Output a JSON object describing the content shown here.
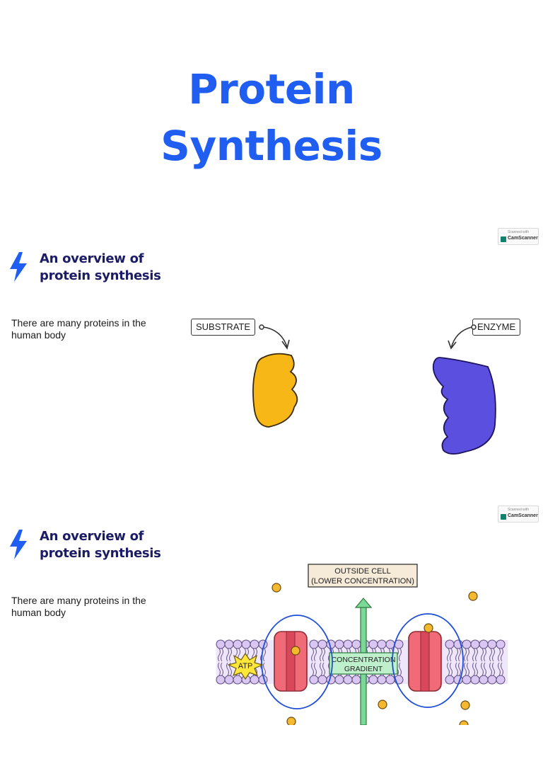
{
  "title": {
    "line1": "Protein",
    "line2": "Synthesis"
  },
  "sections": [
    {
      "heading_line1": "An overview of",
      "heading_line2": "protein synthesis",
      "body": "There are many proteins in the human body",
      "scan_top": "Scanned with",
      "scan_name": "CamScanner",
      "diagram": {
        "substrate_label": "SUBSTRATE",
        "enzyme_label": "ENZYME"
      }
    },
    {
      "heading_line1": "An overview of",
      "heading_line2": "protein synthesis",
      "body": "There are many proteins in the human body",
      "scan_top": "Scanned with",
      "scan_name": "CamScanner",
      "diagram": {
        "outside_label_1": "OUTSIDE CELL",
        "outside_label_2": "(LOWER CONCENTRATION)",
        "gradient_label_1": "CONCENTRATION",
        "gradient_label_2": "GRADIENT",
        "atp_label": "ATP"
      }
    }
  ],
  "colors": {
    "title": "#1f5ef0",
    "heading": "#1b1b66",
    "bolt": "#1f5ef0",
    "substrate": "#f7b716",
    "enzyme": "#5b4fe0",
    "channel": "#f06a78",
    "membrane": "#d9c6f2",
    "gradient_arrow": "#7cd896",
    "ion": "#f5b92f"
  }
}
